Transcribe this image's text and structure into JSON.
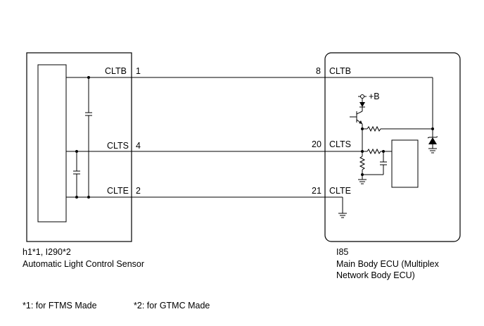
{
  "left_component": {
    "codes": "h1*1, I290*2",
    "name": "Automatic Light Control Sensor"
  },
  "right_component": {
    "code": "I85",
    "name_line1": "Main Body ECU (Multiplex",
    "name_line2": "Network Body ECU)",
    "supply_label": "+B"
  },
  "wires": [
    {
      "left_label": "CLTB",
      "left_pin": "1",
      "right_pin": "8",
      "right_label": "CLTB"
    },
    {
      "left_label": "CLTS",
      "left_pin": "4",
      "right_pin": "20",
      "right_label": "CLTS"
    },
    {
      "left_label": "CLTE",
      "left_pin": "2",
      "right_pin": "21",
      "right_label": "CLTE"
    }
  ],
  "footnotes": [
    "*1: for FTMS Made",
    "*2: for GTMC Made"
  ]
}
